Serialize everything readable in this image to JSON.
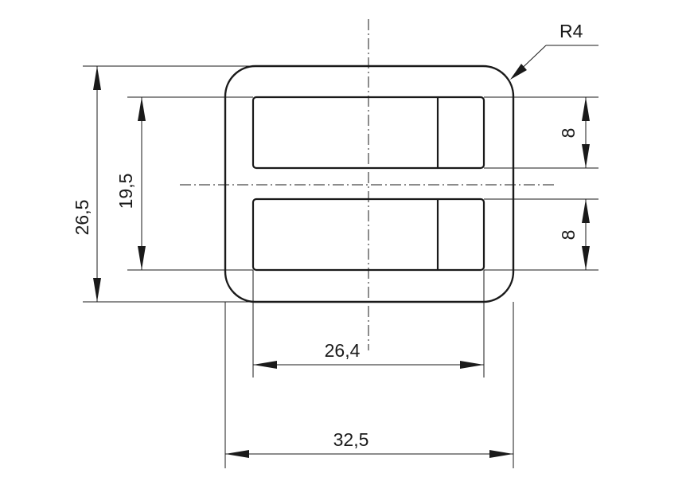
{
  "drawing": {
    "radius_label": "R4",
    "dim_total_height": "26,5",
    "dim_slots_span": "19,5",
    "dim_slot_height_top": "8",
    "dim_slot_height_bottom": "8",
    "dim_slot_width": "26,4",
    "dim_total_width": "32,5"
  }
}
